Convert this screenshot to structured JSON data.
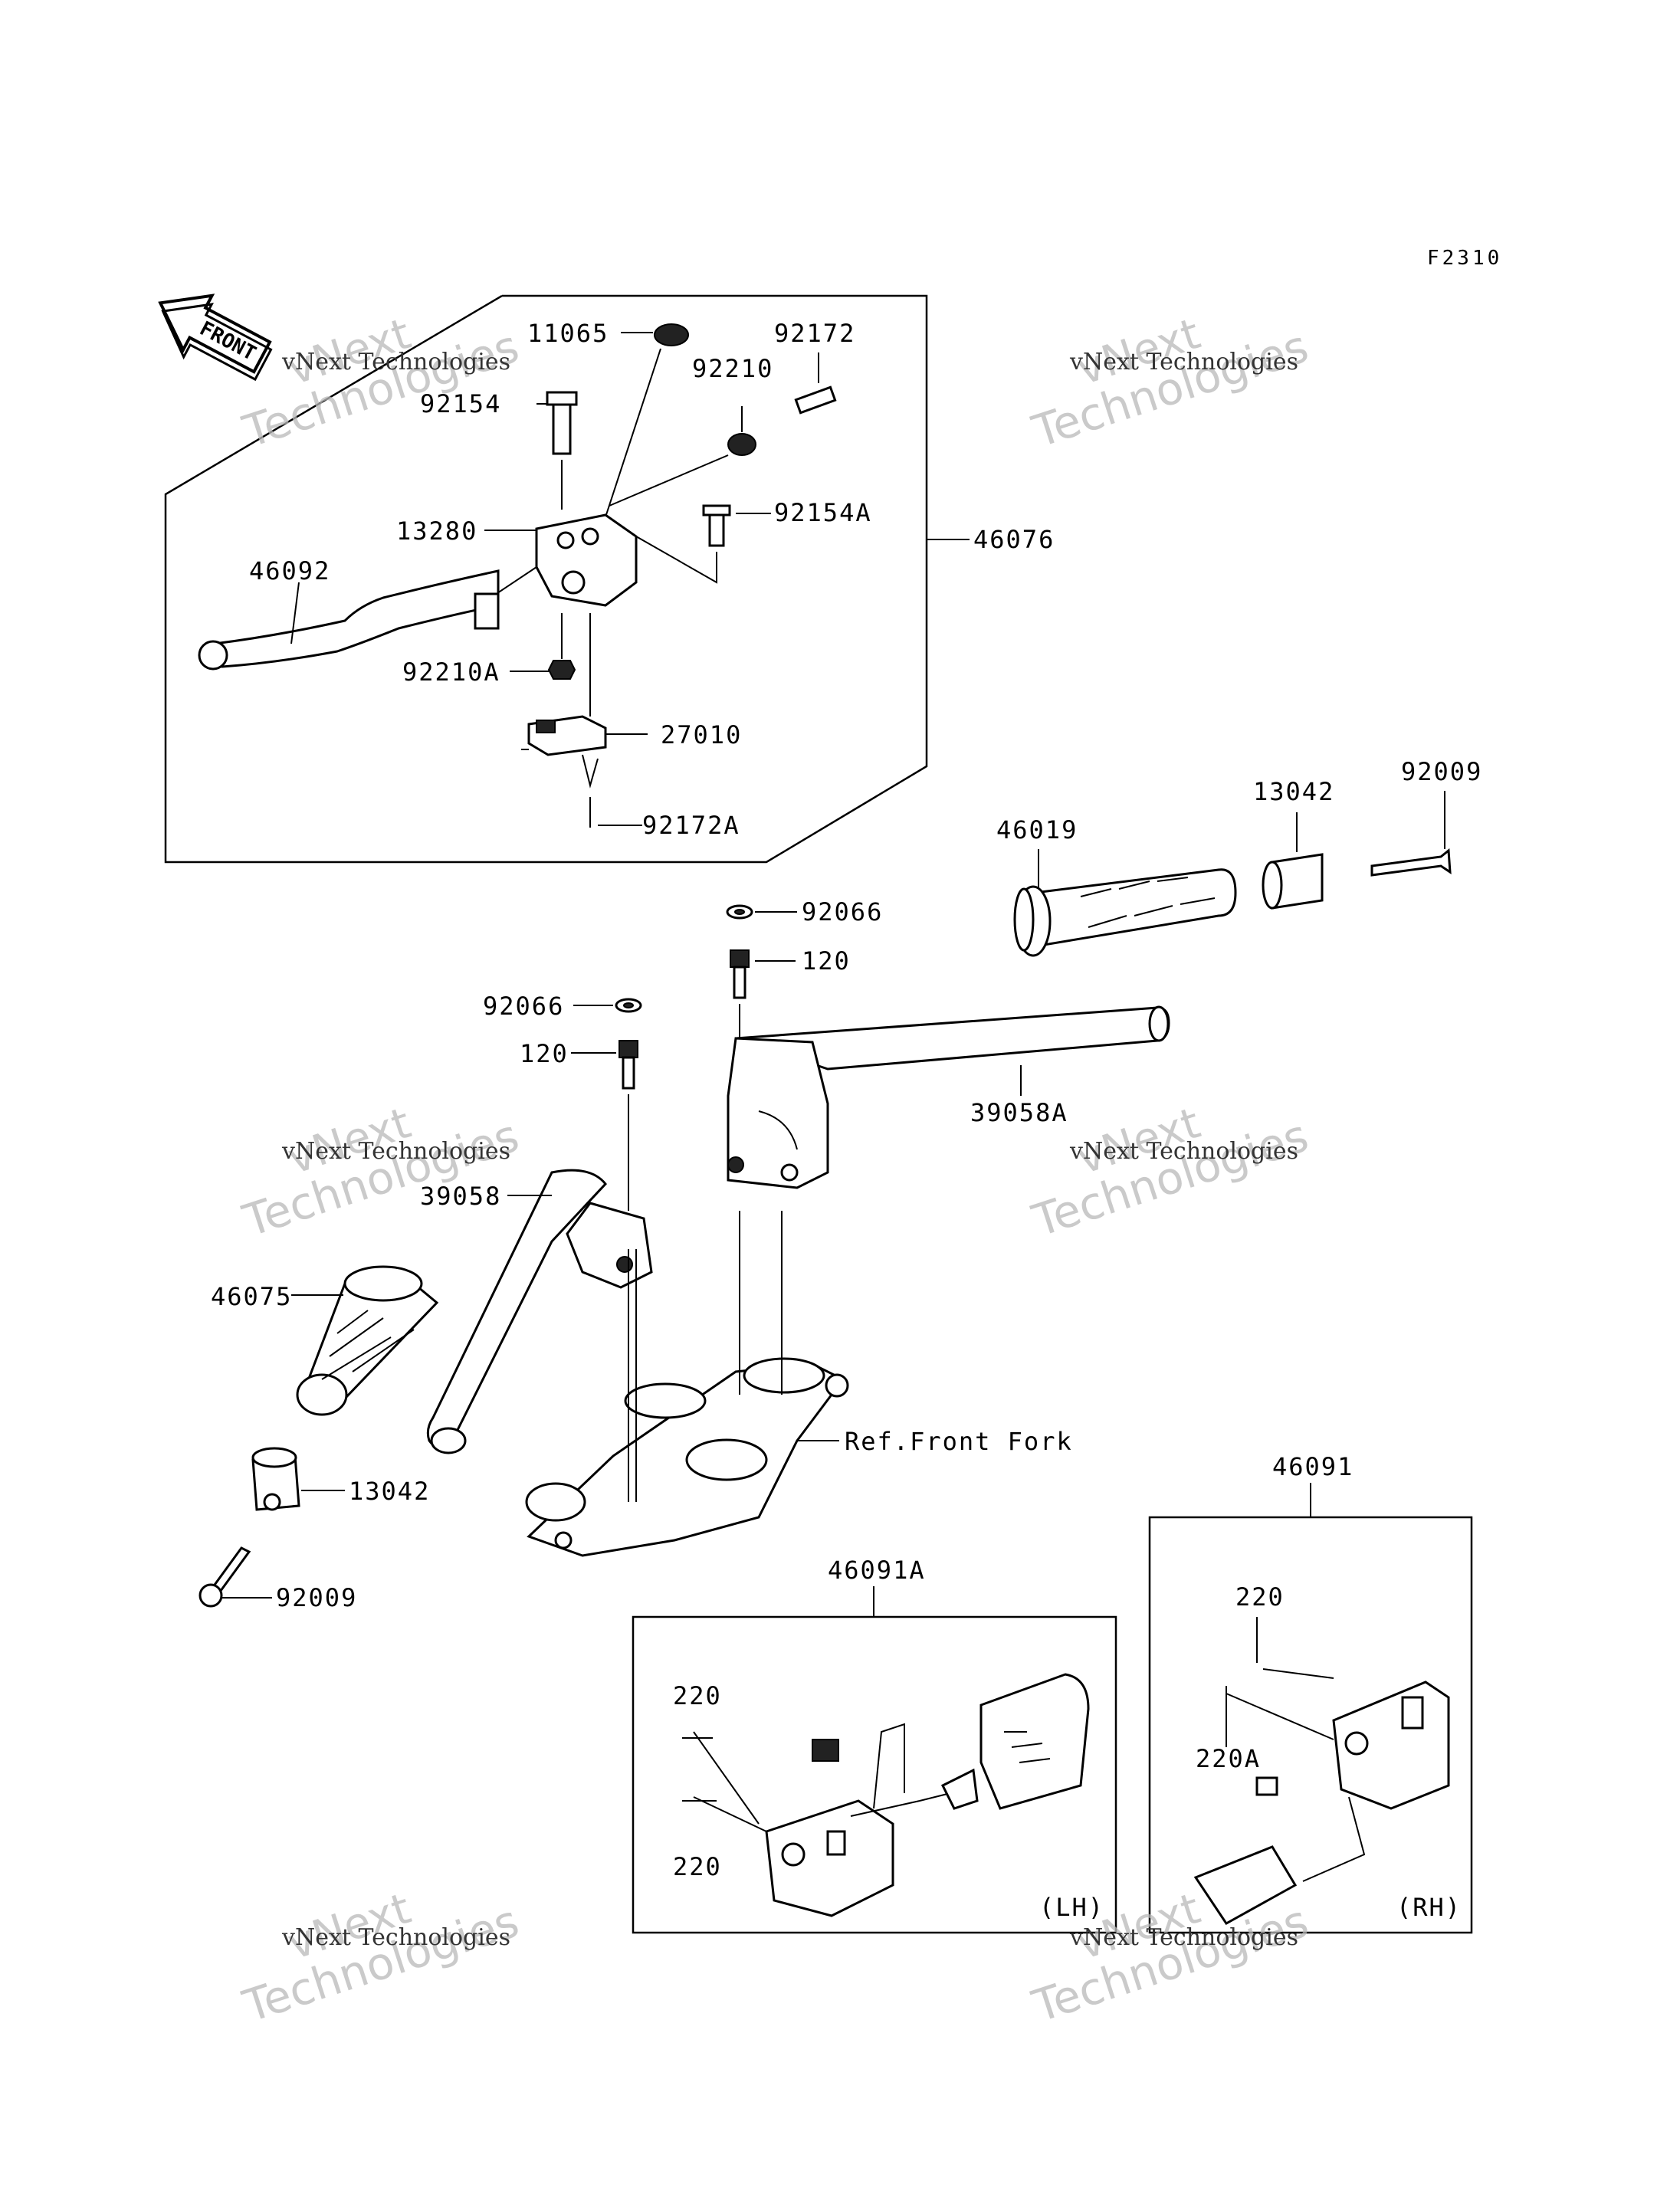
{
  "figure_code": "F2310",
  "front_arrow_label": "FRONT",
  "watermark": {
    "line1": "vNext",
    "line2": "Technologies",
    "caption": "vNext Technologies"
  },
  "callouts": {
    "p11065": "11065",
    "p92172": "92172",
    "p92210": "92210",
    "p92154": "92154",
    "p92154A": "92154A",
    "p13280": "13280",
    "p46076": "46076",
    "p46092": "46092",
    "p92210A": "92210A",
    "p27010": "27010",
    "p92172A": "92172A",
    "p46019": "46019",
    "p13042_top": "13042",
    "p92009_top": "92009",
    "p92066_right": "92066",
    "p120_right": "120",
    "p92066_left": "92066",
    "p120_left": "120",
    "p39058A": "39058A",
    "p39058": "39058",
    "p46075": "46075",
    "p13042_bottom": "13042",
    "p92009_bottom": "92009",
    "ref_front_fork": "Ref.Front Fork",
    "p46091": "46091",
    "p46091A": "46091A",
    "p220_lh_top": "220",
    "p220_lh_bottom": "220",
    "p220_rh": "220",
    "p220A_rh": "220A",
    "lh": "(LH)",
    "rh": "(RH)"
  }
}
